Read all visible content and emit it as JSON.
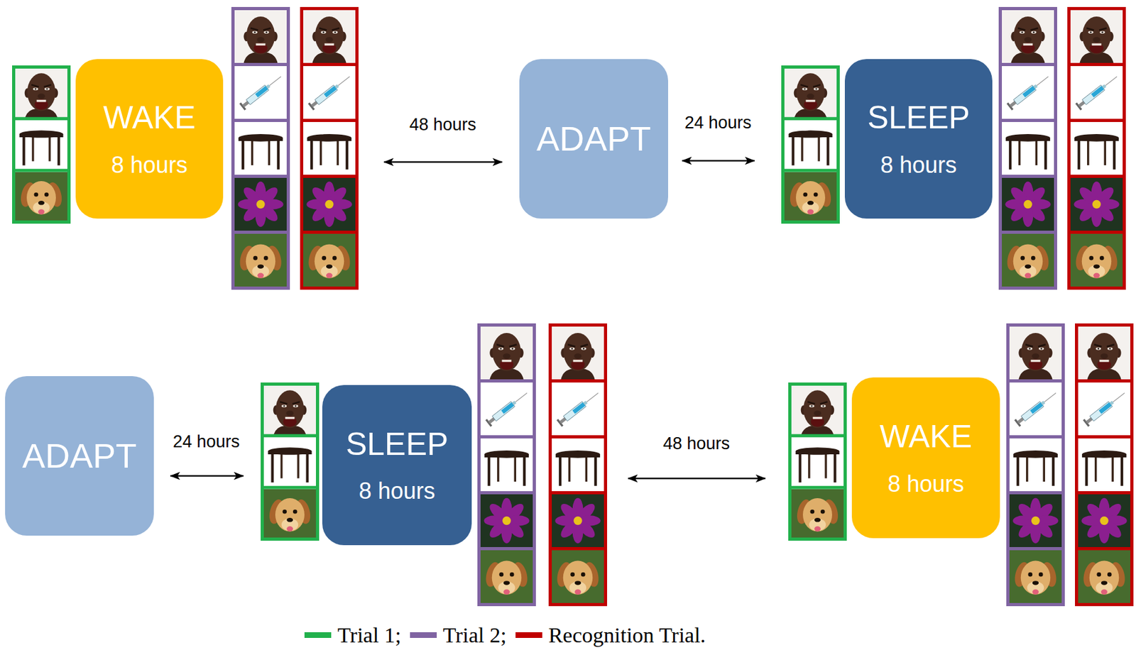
{
  "diagram": {
    "nodes": [
      {
        "text": [
          "WAKE",
          "8 hours"
        ]
      },
      {
        "text": [
          "ADAPT"
        ]
      },
      {
        "text": [
          "SLEEP",
          "8 hours"
        ]
      },
      {
        "text": [
          "ADAPT"
        ]
      },
      {
        "text": [
          "SLEEP",
          "8 hours"
        ]
      },
      {
        "text": [
          "WAKE",
          "8 hours"
        ]
      }
    ],
    "labels": [
      "48 hours",
      "24 hours",
      "24 hours",
      "48 hours"
    ],
    "legend": [
      {
        "text": "Trial 1;",
        "color": "#22b14c"
      },
      {
        "text": "Trial 2;",
        "color": "#8064a2"
      },
      {
        "text": "Recognition Trial.",
        "color": "#c00000"
      }
    ]
  }
}
